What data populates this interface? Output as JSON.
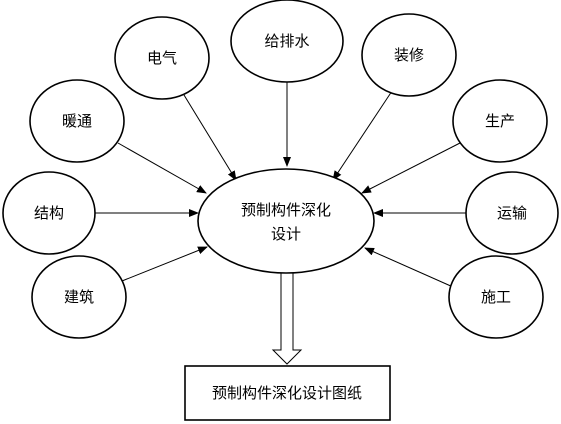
{
  "center": {
    "lines": [
      "预制构件深化",
      "设计"
    ]
  },
  "output": {
    "label": "预制构件深化设计图纸"
  },
  "inputs": [
    {
      "id": "dianqi",
      "label": "电气"
    },
    {
      "id": "geipaishui",
      "label": "给排水"
    },
    {
      "id": "zhuangxiu",
      "label": "装修"
    },
    {
      "id": "nuantong",
      "label": "暖通"
    },
    {
      "id": "shengchan",
      "label": "生产"
    },
    {
      "id": "jiegou",
      "label": "结构"
    },
    {
      "id": "yunshu",
      "label": "运输"
    },
    {
      "id": "jianzhu",
      "label": "建筑"
    },
    {
      "id": "shigong",
      "label": "施工"
    }
  ]
}
